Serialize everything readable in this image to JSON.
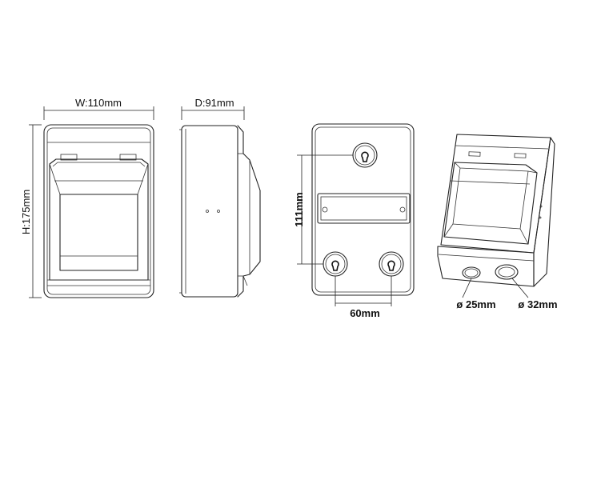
{
  "dimensions": {
    "width": "W:110mm",
    "height": "H:175mm",
    "depth": "D:91mm",
    "mount_vertical": "111mm",
    "mount_horizontal": "60mm"
  },
  "knockouts": {
    "small": "ø 25mm",
    "large": "ø 32mm"
  }
}
